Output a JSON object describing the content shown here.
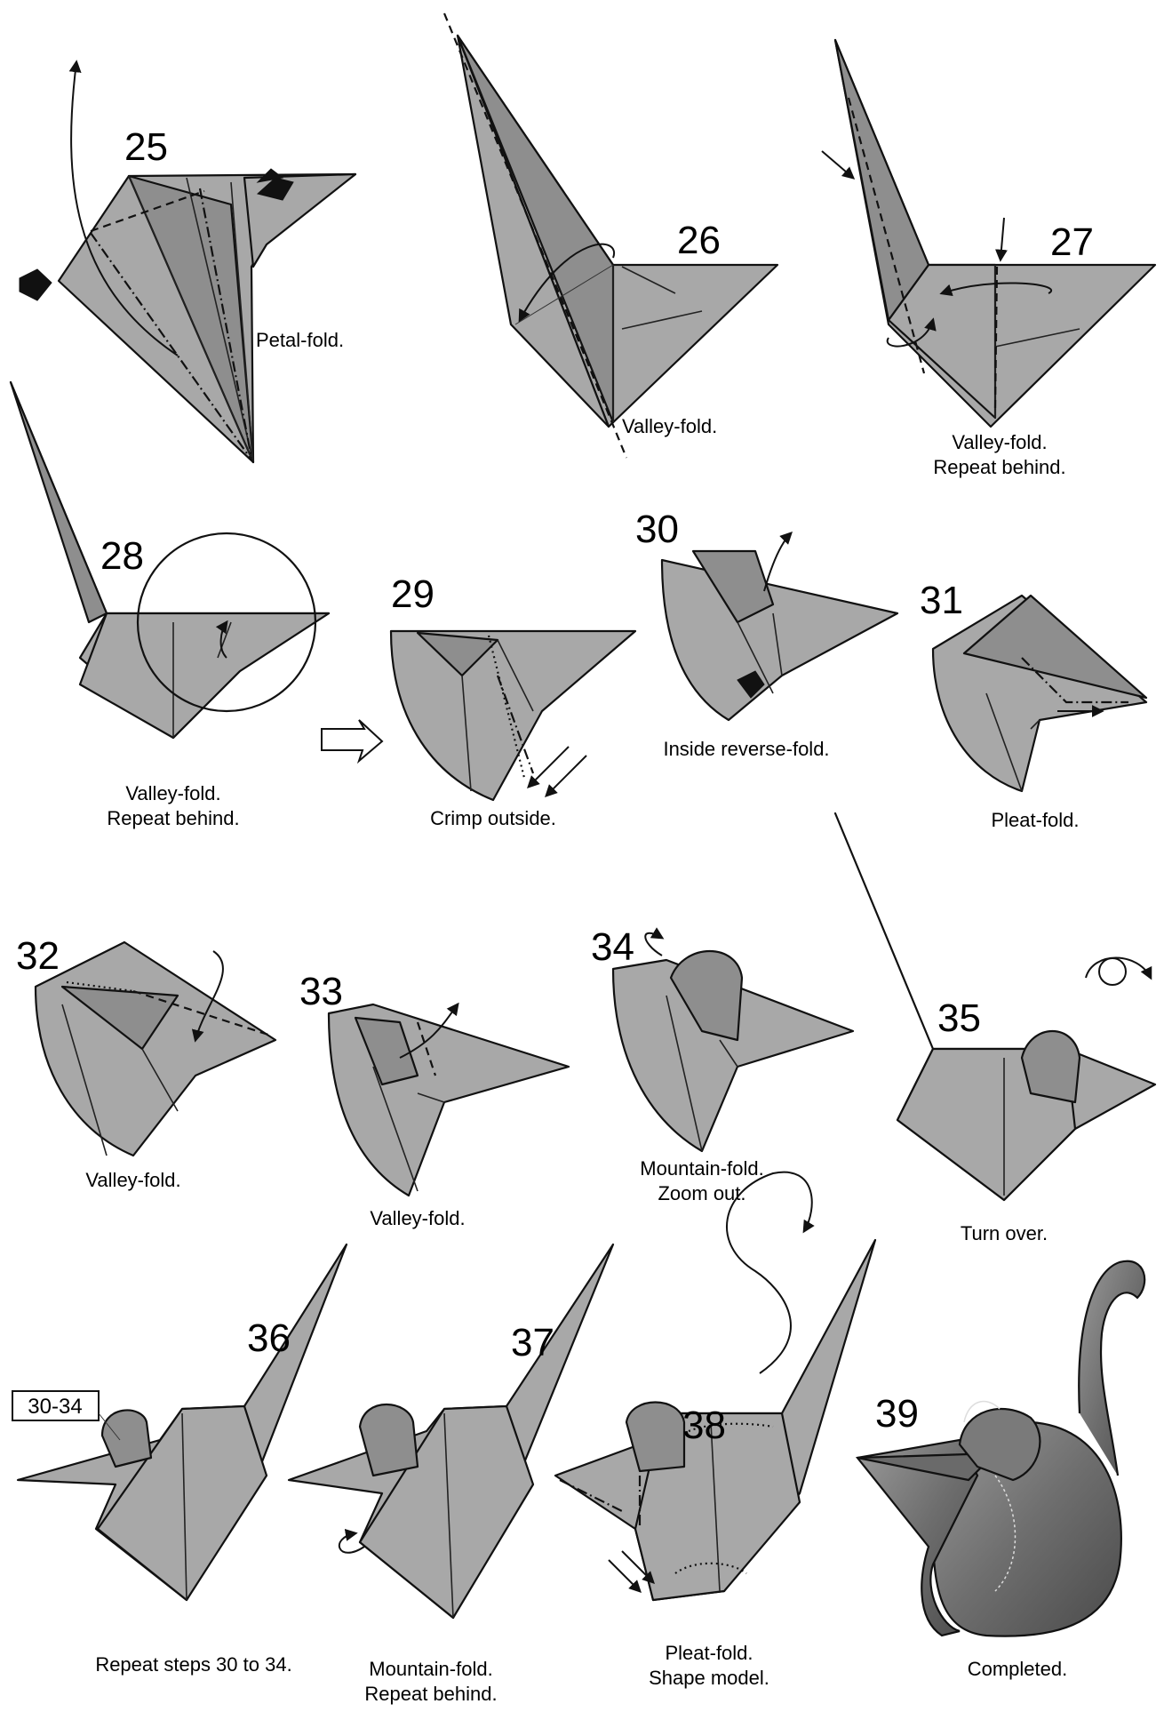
{
  "steps": [
    {
      "number": "25",
      "caption": [
        "Petal-fold."
      ]
    },
    {
      "number": "26",
      "caption": [
        "Valley-fold."
      ]
    },
    {
      "number": "27",
      "caption": [
        "Valley-fold.",
        "Repeat behind."
      ]
    },
    {
      "number": "28",
      "caption": [
        "Valley-fold.",
        "Repeat behind."
      ]
    },
    {
      "number": "29",
      "caption": [
        "Crimp outside."
      ]
    },
    {
      "number": "30",
      "caption": [
        "Inside reverse-fold."
      ]
    },
    {
      "number": "31",
      "caption": [
        "Pleat-fold."
      ]
    },
    {
      "number": "32",
      "caption": [
        "Valley-fold."
      ]
    },
    {
      "number": "33",
      "caption": [
        "Valley-fold."
      ]
    },
    {
      "number": "34",
      "caption": [
        "Mountain-fold.",
        "Zoom out."
      ]
    },
    {
      "number": "35",
      "caption": [
        "Turn over."
      ]
    },
    {
      "number": "36",
      "caption": [
        "Repeat steps 30 to 34."
      ]
    },
    {
      "number": "37",
      "caption": [
        "Mountain-fold.",
        "Repeat behind."
      ]
    },
    {
      "number": "38",
      "caption": [
        "Pleat-fold.",
        "Shape model."
      ]
    },
    {
      "number": "39",
      "caption": [
        "Completed."
      ]
    }
  ],
  "step36_box_label": "30-34"
}
